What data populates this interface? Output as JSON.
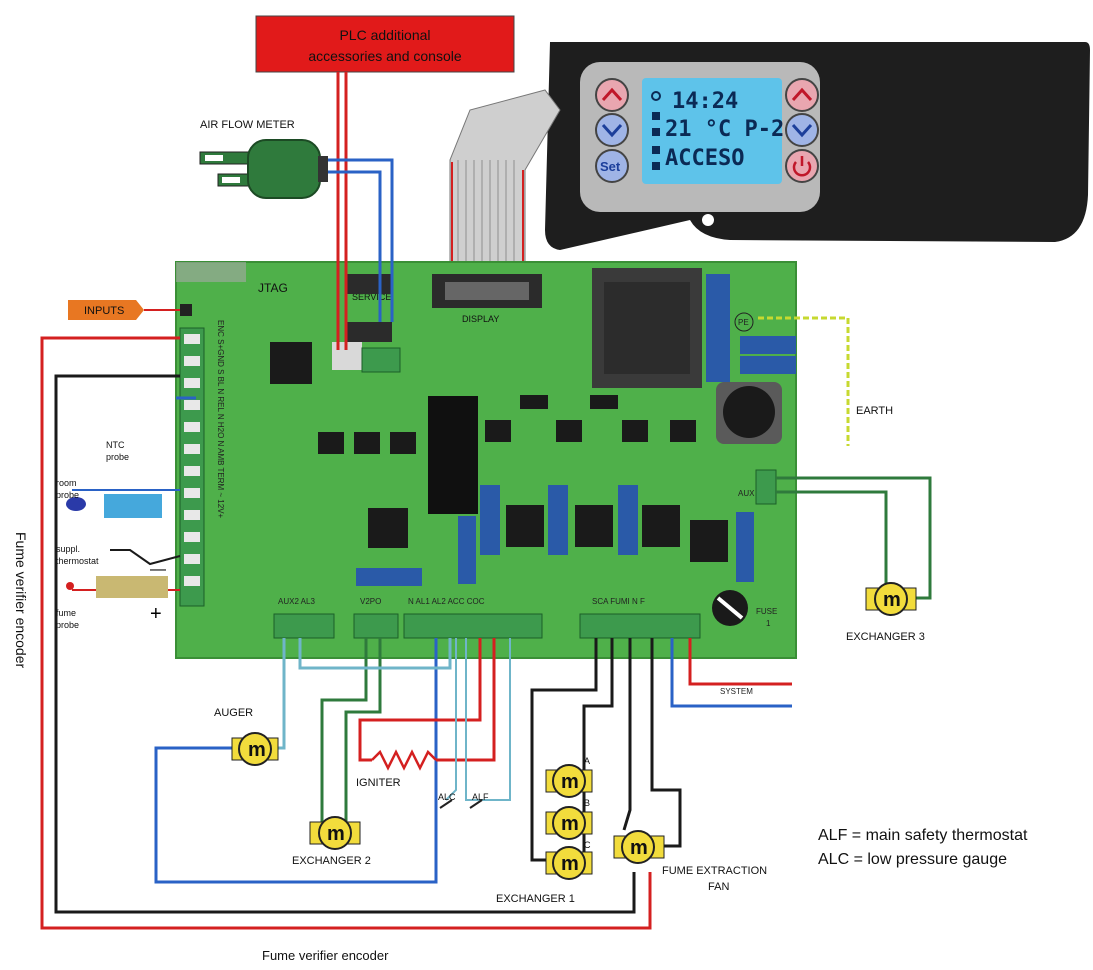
{
  "plc_box": {
    "line1": "PLC additional",
    "line2": "accessories and console"
  },
  "console": {
    "lcd_line1": "14:24",
    "lcd_line2": "21 °C P-2",
    "lcd_line3": "ACCESO",
    "set_label": "Set"
  },
  "labels": {
    "air_flow_meter": "AIR FLOW METER",
    "inputs": "INPUTS",
    "jtag": "JTAG",
    "service": "SERVICE",
    "display": "DISPLAY",
    "earth": "EARTH",
    "ntc_probe": "NTC\nprobe",
    "room_probe": "room\nprobe",
    "suppl_thermostat": "suppl.\nthermostat",
    "fume_probe": "fume\nprobe",
    "fume_verifier_encoder_left": "Fume verifier encoder",
    "fume_verifier_encoder_bottom": "Fume verifier encoder",
    "auger": "AUGER",
    "igniter": "IGNITER",
    "exchanger_1": "EXCHANGER 1",
    "exchanger_2": "EXCHANGER 2",
    "exchanger_3": "EXCHANGER 3",
    "fume_extraction_fan_1": "FUME EXTRACTION",
    "fume_extraction_fan_2": "FAN",
    "fuse": "FUSE",
    "fuse_num": "1",
    "alc": "ALC",
    "alf": "ALF",
    "system": "SYSTEM",
    "plus": "+",
    "minus": "—",
    "aux": "AUX",
    "motor_a": "A",
    "motor_b": "B",
    "motor_c": "C",
    "pe": "PE"
  },
  "terminals": {
    "left_strip": "ENC S+GND S BL N REL N H2O N AMB TERM ~ 12V+",
    "aux2_al3": "AUX2 AL3",
    "v2po": "V2PO",
    "n_al1_al2_acc_coc": "N AL1 AL2 ACC COC",
    "sca_fumi_n_f": "SCA FUMI N F"
  },
  "motor_symbol": "m",
  "legend": [
    "ALF = main safety thermostat",
    "ALC = low pressure gauge"
  ],
  "colors": {
    "board": "#4fb04a",
    "plc_box": "#e11a1a",
    "wire_red": "#d42020",
    "wire_blue": "#2a62c6",
    "wire_light_blue": "#6fb5c9",
    "wire_green": "#2f7a3c",
    "wire_black": "#1a1a1a",
    "motor": "#f2dc3c",
    "lcd": "#5ec3ea",
    "earth": "#c7d930"
  }
}
